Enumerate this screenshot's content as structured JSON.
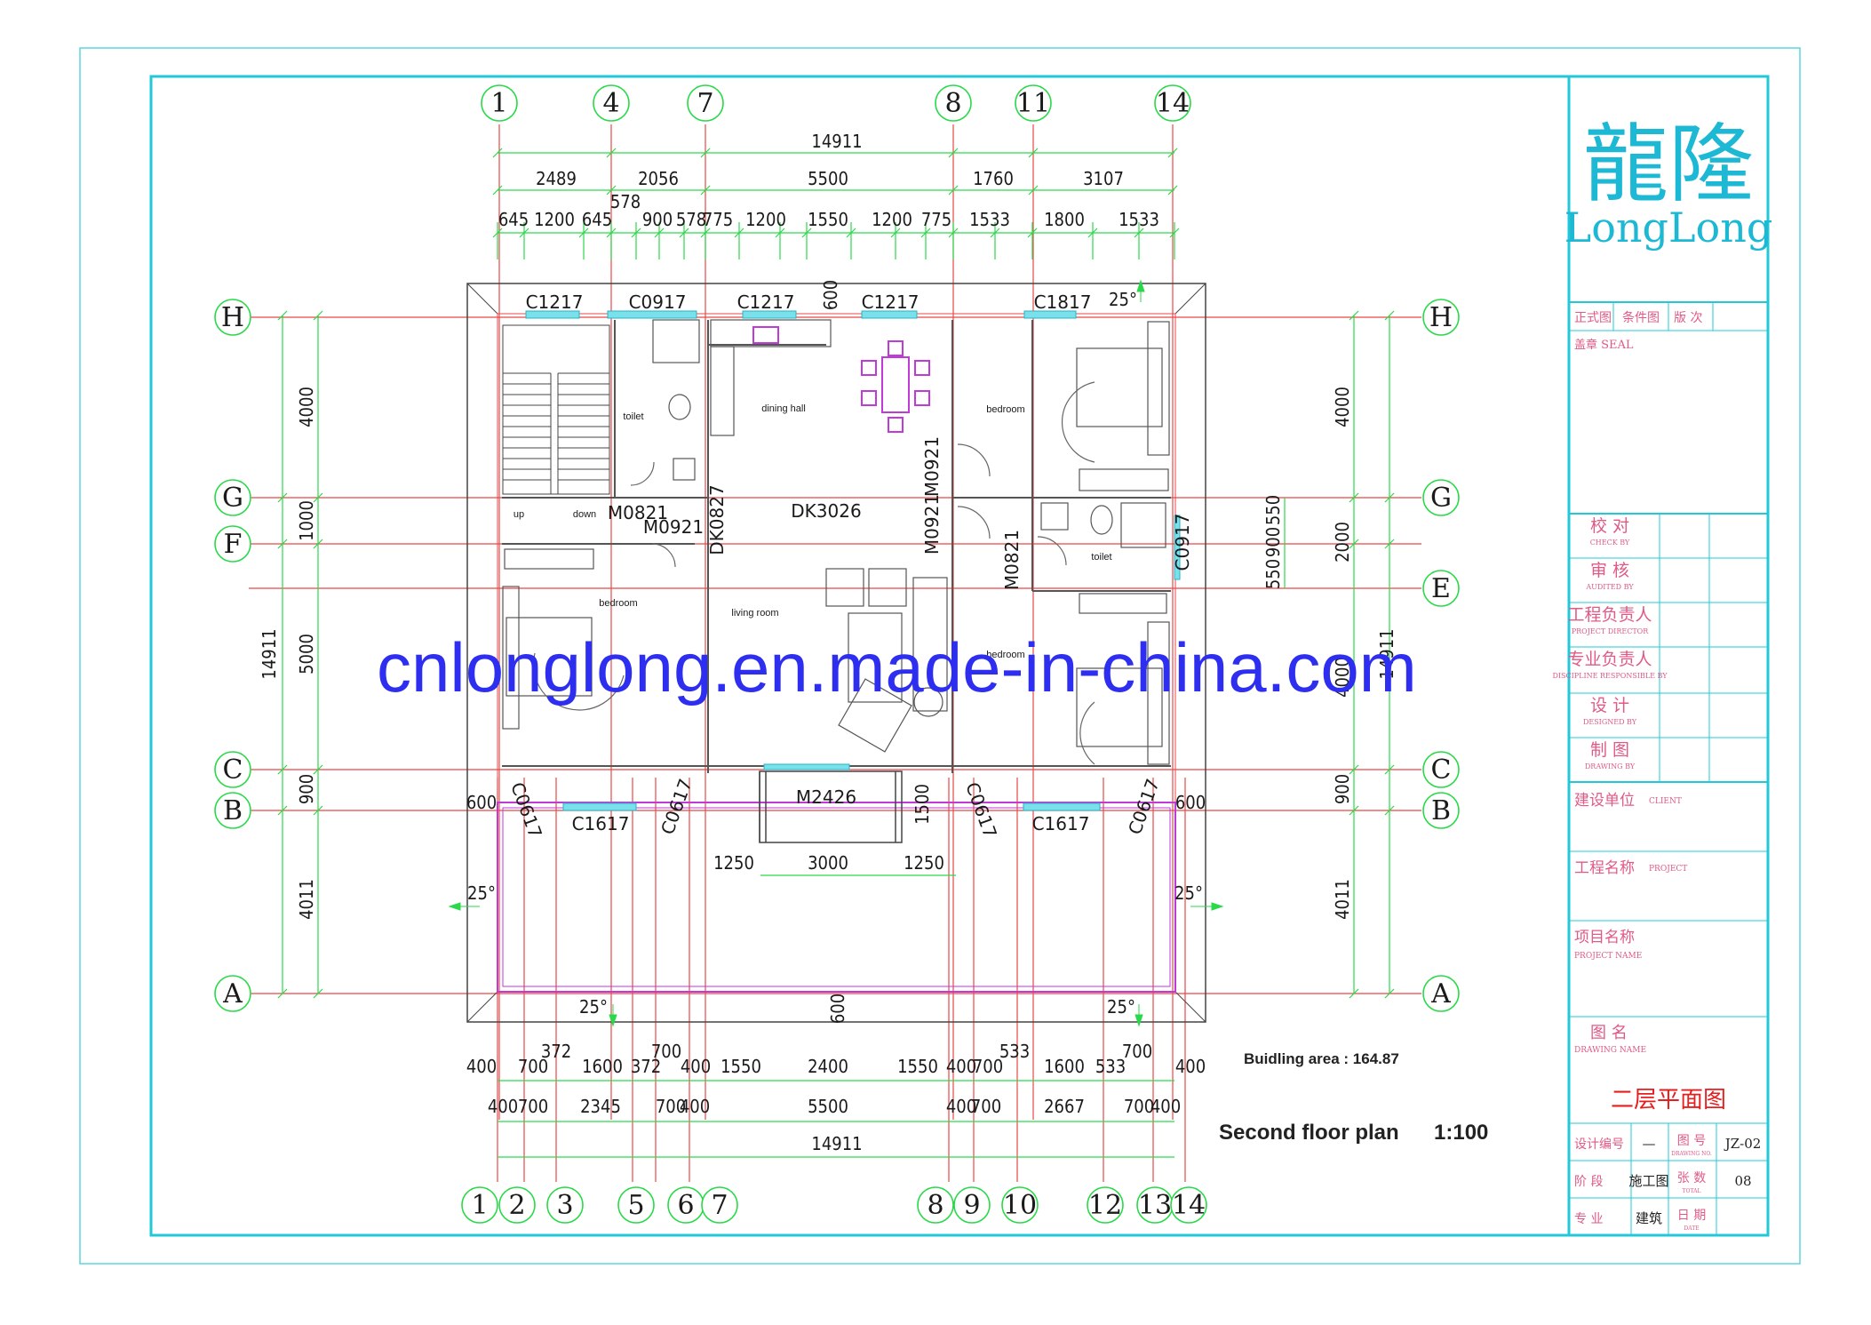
{
  "top_grid": [
    "1",
    "4",
    "7",
    "8",
    "11",
    "14"
  ],
  "bottom_grid": [
    "1",
    "2",
    "3",
    "5",
    "6",
    "7",
    "8",
    "9",
    "10",
    "12",
    "13",
    "14"
  ],
  "left_grid": [
    "H",
    "G",
    "F",
    "C",
    "B",
    "A"
  ],
  "right_grid": [
    "H",
    "G",
    "E",
    "C",
    "B",
    "A"
  ],
  "dims_top": {
    "total": "14911",
    "row2": [
      "2489",
      "2056",
      "5500",
      "1760",
      "3107"
    ],
    "row3": [
      "645",
      "1200",
      "645",
      "578",
      "900",
      "578",
      "775",
      "1200",
      "1550",
      "1200",
      "775",
      "1533",
      "1800",
      "1533"
    ]
  },
  "dims_bottom": {
    "row1": [
      "400",
      "700",
      "372",
      "1600",
      "372",
      "700",
      "400",
      "1550",
      "2400",
      "1550",
      "400",
      "700",
      "533",
      "1600",
      "533",
      "700",
      "400"
    ],
    "row2": [
      "400",
      "700",
      "2345",
      "700",
      "400",
      "5500",
      "400",
      "700",
      "2667",
      "700",
      "400"
    ],
    "total": "14911"
  },
  "dims_left": {
    "total": "14911",
    "segments": [
      "4000",
      "1000",
      "5000",
      "900",
      "4011"
    ]
  },
  "dims_right": {
    "total": "14911",
    "segments": [
      "4000",
      "2000",
      "4000",
      "900",
      "4011"
    ],
    "stair_side": [
      "550",
      "900",
      "550"
    ]
  },
  "openings": {
    "windows_top": [
      "C1217",
      "C0917",
      "C1217",
      "C1217",
      "C1817"
    ],
    "windows_bottom": [
      "C0617",
      "C1617",
      "C0617",
      "C0617",
      "C1617",
      "C0617"
    ],
    "doors": [
      "M0821",
      "M0921",
      "DK0827",
      "DK3026",
      "M0921",
      "M0921",
      "M0821",
      "C0917",
      "M2426"
    ],
    "misc_dims": [
      "600",
      "600",
      "600",
      "1500",
      "600",
      "1250",
      "3000",
      "1250",
      "600"
    ],
    "slopes": [
      "25°",
      "25°",
      "25°",
      "25°",
      "25°",
      "25°"
    ]
  },
  "rooms": [
    "toilet",
    "dining hall",
    "bedroom",
    "up",
    "down",
    "bedroom",
    "living room",
    "toilet",
    "bedroom"
  ],
  "info": {
    "building_area": "Buidling area : 164.87",
    "plan_title": "Second floor plan",
    "scale": "1:100"
  },
  "watermark": "cnlonglong.en.made-in-china.com",
  "title_block": {
    "logo_cn": "龍隆",
    "logo_en": "LongLong",
    "header": [
      "正式图",
      "条件图",
      "版 次"
    ],
    "seal": "盖章 SEAL",
    "roles": [
      {
        "cn": "校 对",
        "en": "CHECK BY"
      },
      {
        "cn": "审 核",
        "en": "AUDITED BY"
      },
      {
        "cn": "工程负责人",
        "en": "PROJECT DIRECTOR"
      },
      {
        "cn": "专业负责人",
        "en": "DISCIPLINE RESPONSIBLE BY"
      },
      {
        "cn": "设 计",
        "en": "DESIGNED BY"
      },
      {
        "cn": "制 图",
        "en": "DRAWING BY"
      }
    ],
    "client": {
      "cn": "建设单位",
      "en": "CLIENT"
    },
    "project": {
      "cn": "工程名称",
      "en": "PROJECT"
    },
    "project_name": {
      "cn": "项目名称",
      "en": "PROJECT NAME"
    },
    "drawing_name": {
      "cn": "图 名",
      "en": "DRAWING NAME"
    },
    "drawing_title": "二层平面图",
    "rows": [
      {
        "k1": "设计编号",
        "v1": "—",
        "k2": "图 号",
        "k2en": "DRAWING NO.",
        "v2": "JZ-02"
      },
      {
        "k1": "阶 段",
        "v1": "施工图",
        "k2": "张 数",
        "k2en": "TOTAL",
        "v2": "08"
      },
      {
        "k1": "专 业",
        "v1": "建筑",
        "k2": "日 期",
        "k2en": "DATE",
        "v2": ""
      }
    ]
  }
}
